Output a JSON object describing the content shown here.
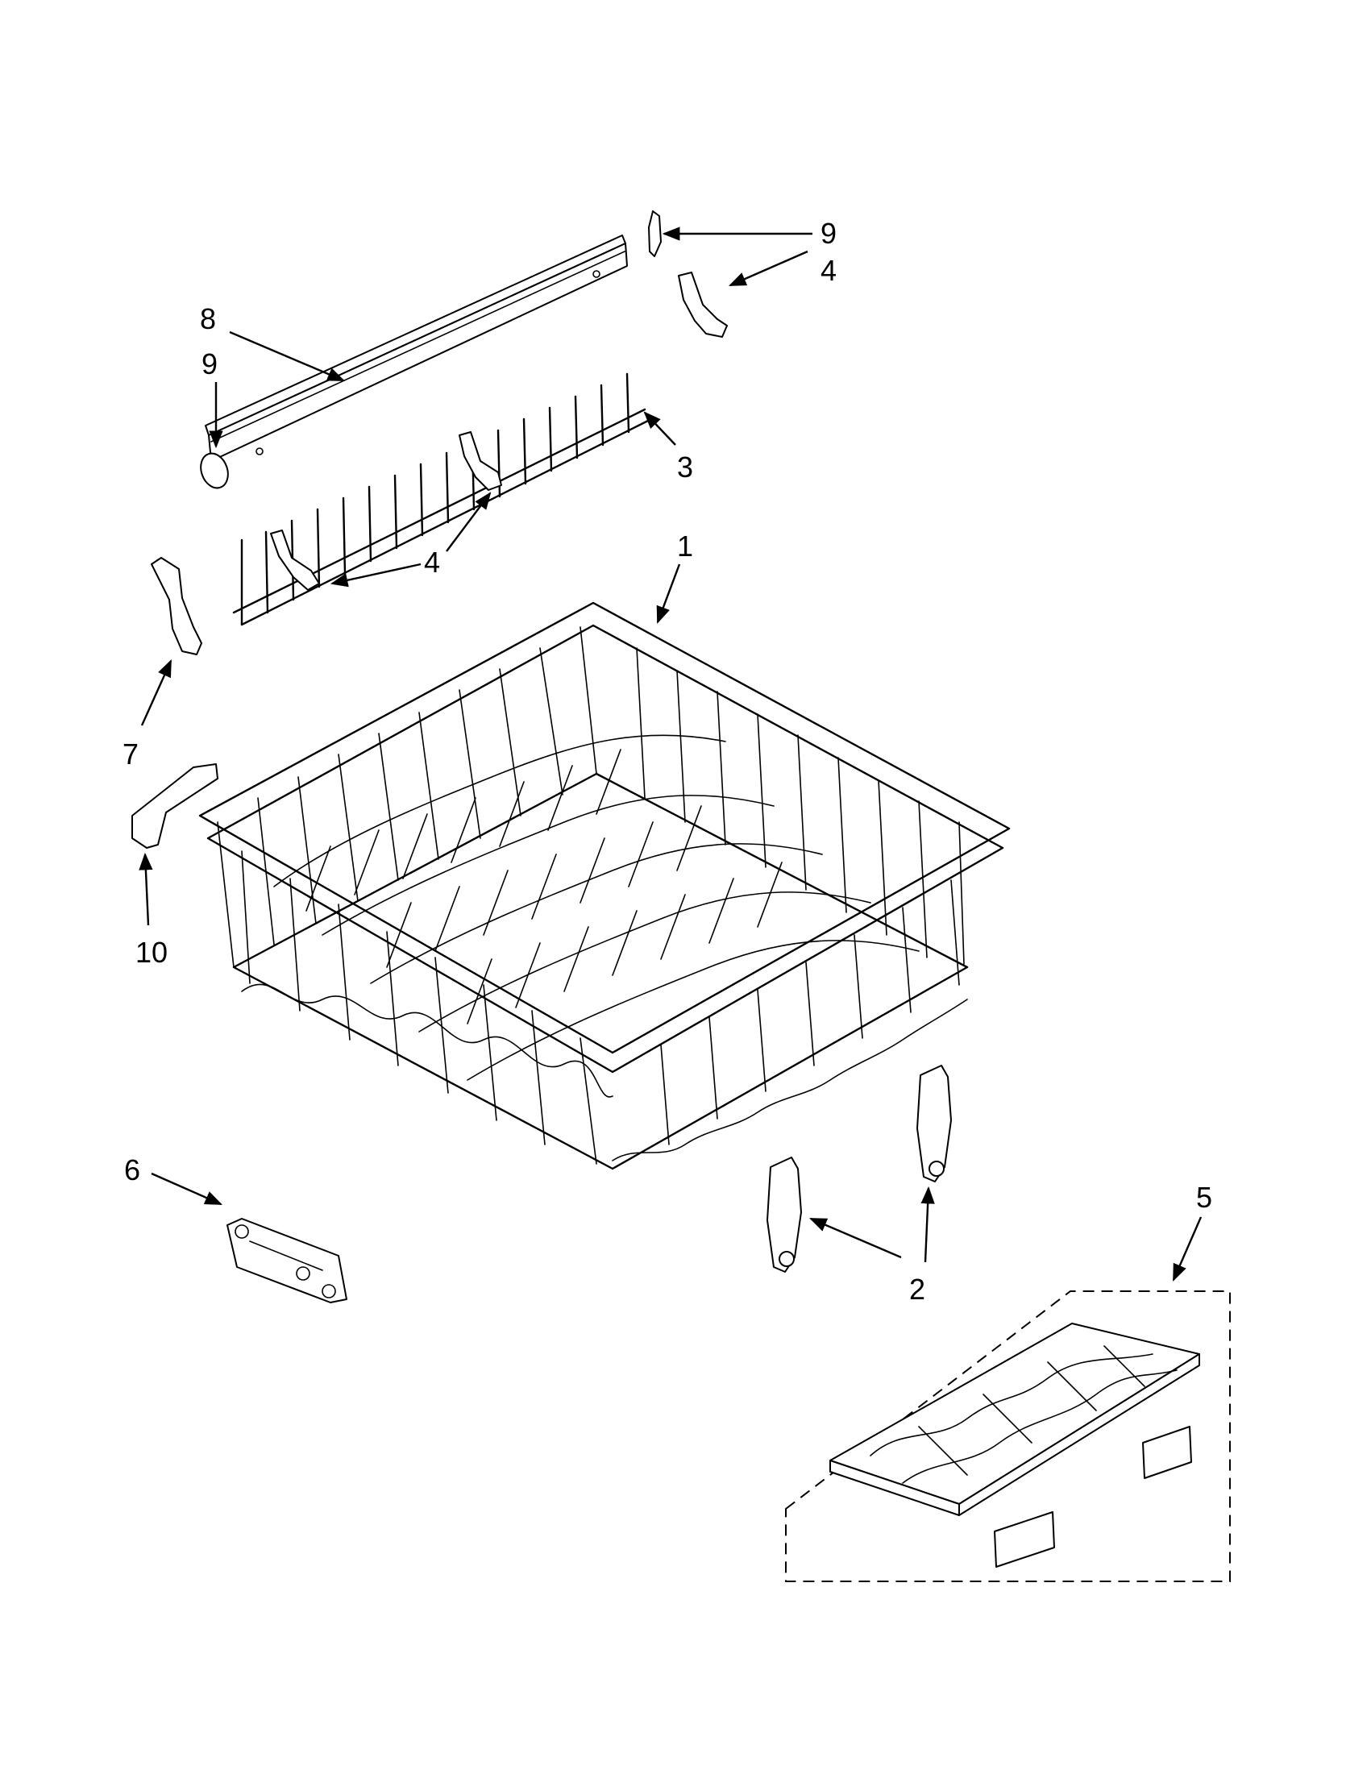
{
  "callouts": {
    "c1": "1",
    "c2a": "2",
    "c3": "3",
    "c4a": "4",
    "c4b": "4",
    "c5": "5",
    "c6": "6",
    "c7": "7",
    "c8": "8",
    "c9a": "9",
    "c9b": "9",
    "c10": "10"
  },
  "colors": {
    "ink": "#000000",
    "paper": "#ffffff"
  }
}
